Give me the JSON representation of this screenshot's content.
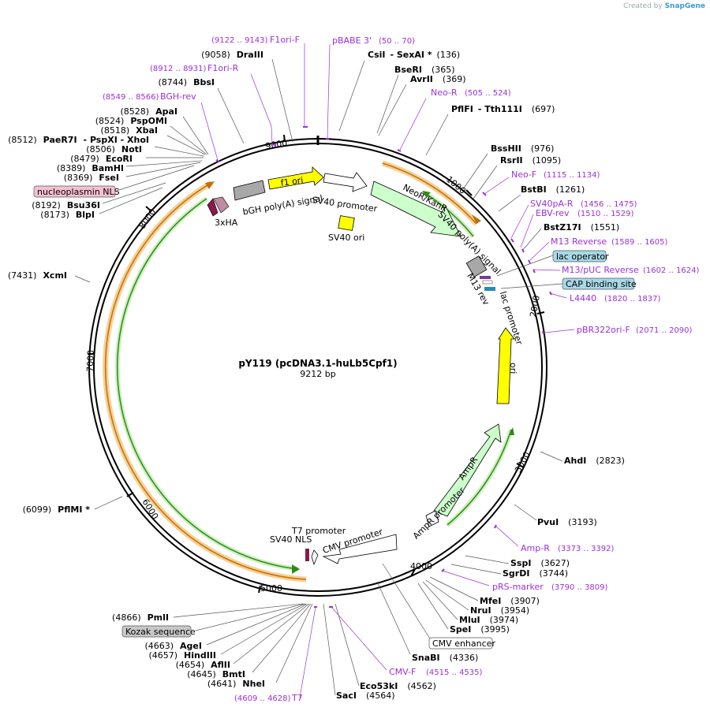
{
  "watermark": {
    "created_by": "Created by",
    "brand": "SnapGene"
  },
  "plasmid": {
    "name": "pY119 (pcDNA3.1-huLb5Cpf1)",
    "length": "9212 bp"
  },
  "ticks": [
    "1000",
    "2000",
    "3000",
    "4000",
    "5000",
    "6000",
    "7000",
    "8000",
    "9000"
  ],
  "enzymes_right": [
    {
      "name": "CsiI",
      "extra": "- SexAI *",
      "pos": "(136)"
    },
    {
      "name": "BseRI",
      "extra": "",
      "pos": "(365)"
    },
    {
      "name": "AvrII",
      "extra": "",
      "pos": "(369)"
    },
    {
      "name": "PflFI",
      "extra": "- Tth111I",
      "pos": "(697)"
    },
    {
      "name": "BssHII",
      "extra": "",
      "pos": "(976)"
    },
    {
      "name": "RsrII",
      "extra": "",
      "pos": "(1095)"
    },
    {
      "name": "BstBI",
      "extra": "",
      "pos": "(1261)"
    },
    {
      "name": "BstZ17I",
      "extra": "",
      "pos": "(1551)"
    },
    {
      "name": "AhdI",
      "extra": "",
      "pos": "(2823)"
    },
    {
      "name": "PvuI",
      "extra": "",
      "pos": "(3193)"
    },
    {
      "name": "SspI",
      "extra": "",
      "pos": "(3627)"
    },
    {
      "name": "SgrDI",
      "extra": "",
      "pos": "(3744)"
    },
    {
      "name": "MfeI",
      "extra": "",
      "pos": "(3907)"
    },
    {
      "name": "NruI",
      "extra": "",
      "pos": "(3954)"
    },
    {
      "name": "MluI",
      "extra": "",
      "pos": "(3974)"
    },
    {
      "name": "SpeI",
      "extra": "",
      "pos": "(3995)"
    },
    {
      "name": "SnaBI",
      "extra": "",
      "pos": "(4336)"
    },
    {
      "name": "Eco53kI",
      "extra": "",
      "pos": "(4562)"
    },
    {
      "name": "SacI",
      "extra": "",
      "pos": "(4564)"
    }
  ],
  "enzymes_left": [
    {
      "name": "DraIII",
      "extra": "",
      "pos": "(9058)"
    },
    {
      "name": "BbsI",
      "extra": "",
      "pos": "(8744)"
    },
    {
      "name": "ApaI",
      "extra": "",
      "pos": "(8528)"
    },
    {
      "name": "PspOMI",
      "extra": "",
      "pos": "(8524)"
    },
    {
      "name": "XbaI",
      "extra": "",
      "pos": "(8518)"
    },
    {
      "name": "PaeR7I",
      "extra": "- PspXI - XhoI",
      "pos": "(8512)"
    },
    {
      "name": "NotI",
      "extra": "",
      "pos": "(8506)"
    },
    {
      "name": "EcoRI",
      "extra": "",
      "pos": "(8479)"
    },
    {
      "name": "BamHI",
      "extra": "",
      "pos": "(8389)"
    },
    {
      "name": "FseI",
      "extra": "",
      "pos": "(8369)"
    },
    {
      "name": "Bsu36I",
      "extra": "",
      "pos": "(8192)"
    },
    {
      "name": "BlpI",
      "extra": "",
      "pos": "(8173)"
    },
    {
      "name": "XcmI",
      "extra": "",
      "pos": "(7431)"
    },
    {
      "name": "PflMI *",
      "extra": "",
      "pos": "(6099)"
    },
    {
      "name": "PmlI",
      "extra": "",
      "pos": "(4866)"
    },
    {
      "name": "AgeI",
      "extra": "",
      "pos": "(4663)"
    },
    {
      "name": "HindIII",
      "extra": "",
      "pos": "(4657)"
    },
    {
      "name": "AflII",
      "extra": "",
      "pos": "(4654)"
    },
    {
      "name": "BmtI",
      "extra": "",
      "pos": "(4645)"
    },
    {
      "name": "NheI",
      "extra": "",
      "pos": "(4641)"
    }
  ],
  "primers": [
    {
      "name": "F1ori-F",
      "range": "(9122 .. 9143)"
    },
    {
      "name": "pBABE 3'",
      "range": "(50 .. 70)"
    },
    {
      "name": "F1ori-R",
      "range": "(8912 .. 8931)"
    },
    {
      "name": "BGH-rev",
      "range": "(8549 .. 8566)"
    },
    {
      "name": "Neo-R",
      "range": "(505 .. 524)"
    },
    {
      "name": "Neo-F",
      "range": "(1115 .. 1134)"
    },
    {
      "name": "SV40pA-R",
      "range": "(1456 .. 1475)"
    },
    {
      "name": "EBV-rev",
      "range": "(1510 .. 1529)"
    },
    {
      "name": "M13 Reverse",
      "range": "(1589 .. 1605)"
    },
    {
      "name": "M13/pUC Reverse",
      "range": "(1602 .. 1624)"
    },
    {
      "name": "L4440",
      "range": "(1820 .. 1837)"
    },
    {
      "name": "pBR322ori-F",
      "range": "(2071 .. 2090)"
    },
    {
      "name": "Amp-R",
      "range": "(3373 .. 3392)"
    },
    {
      "name": "pRS-marker",
      "range": "(3790 .. 3809)"
    },
    {
      "name": "CMV-F",
      "range": "(4515 .. 4535)"
    },
    {
      "name": "T7",
      "range": "(4609 .. 4628)"
    }
  ],
  "boxed_labels": [
    {
      "name": "nucleoplasmin NLS",
      "color": "#f4c0d0"
    },
    {
      "name": "lac operator",
      "color": "#a8d8e6"
    },
    {
      "name": "CAP binding site",
      "color": "#a8d8e6"
    },
    {
      "name": "Kozak sequence",
      "color": "#c8c8c8"
    },
    {
      "name": "CMV enhancer",
      "color": "#ffffff"
    }
  ],
  "features": [
    "f1 ori",
    "SV40 promoter",
    "SV40 ori",
    "NeoR/KanR",
    "SV40 poly(A) signal",
    "M13 rev",
    "lac promoter",
    "ori",
    "AmpR",
    "AmpR promoter",
    "CMV promoter",
    "T7 promoter",
    "SV40 NLS",
    "3xHA",
    "bGH poly(A) signal"
  ],
  "colors": {
    "primer": "#9b30d9",
    "ori": "#ffff00",
    "resistance": "#ccffcc",
    "orf_outer": "#f0a030",
    "orf_inner": "#2f8a1a",
    "grey_feature": "#a8a8a8"
  }
}
